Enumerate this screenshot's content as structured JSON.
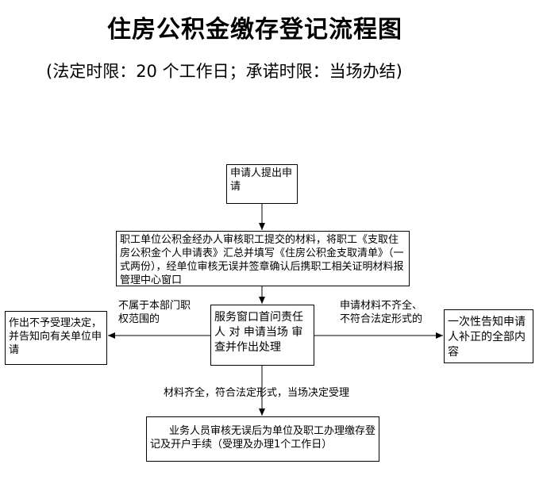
{
  "title": "住房公积金缴存登记流程图",
  "subtitle": "(法定时限：20 个工作日；承诺时限：当场办结)",
  "nodes": {
    "applicant": "申请人提出申请",
    "unit": "职工单位公积金经办人审核职工提交的材料，将职工《支取住房公积金个人申请表》汇总并填写《住房公积金支取清单》（一式两份），经单位审核无误并签章确认后携职工相关证明材料报管理中心窗口",
    "window": "服务窗口首问责任人 对 申请当场 审 查并作出处理",
    "reject": "作出不予受理决定，并告知向有关单位申请",
    "supplement": "一次性告知申请人补正的全部内容",
    "process": "业务人员审核无误后为单位及职工办理缴存登记及开户手续（受理及办理1个工作日）"
  },
  "edge_labels": {
    "to_reject": "不属于本部门职权范围的",
    "to_supplement": "申请材料不齐全、不符合法定形式的",
    "to_process": "材料齐全，符合法定形式，当场决定受理"
  }
}
